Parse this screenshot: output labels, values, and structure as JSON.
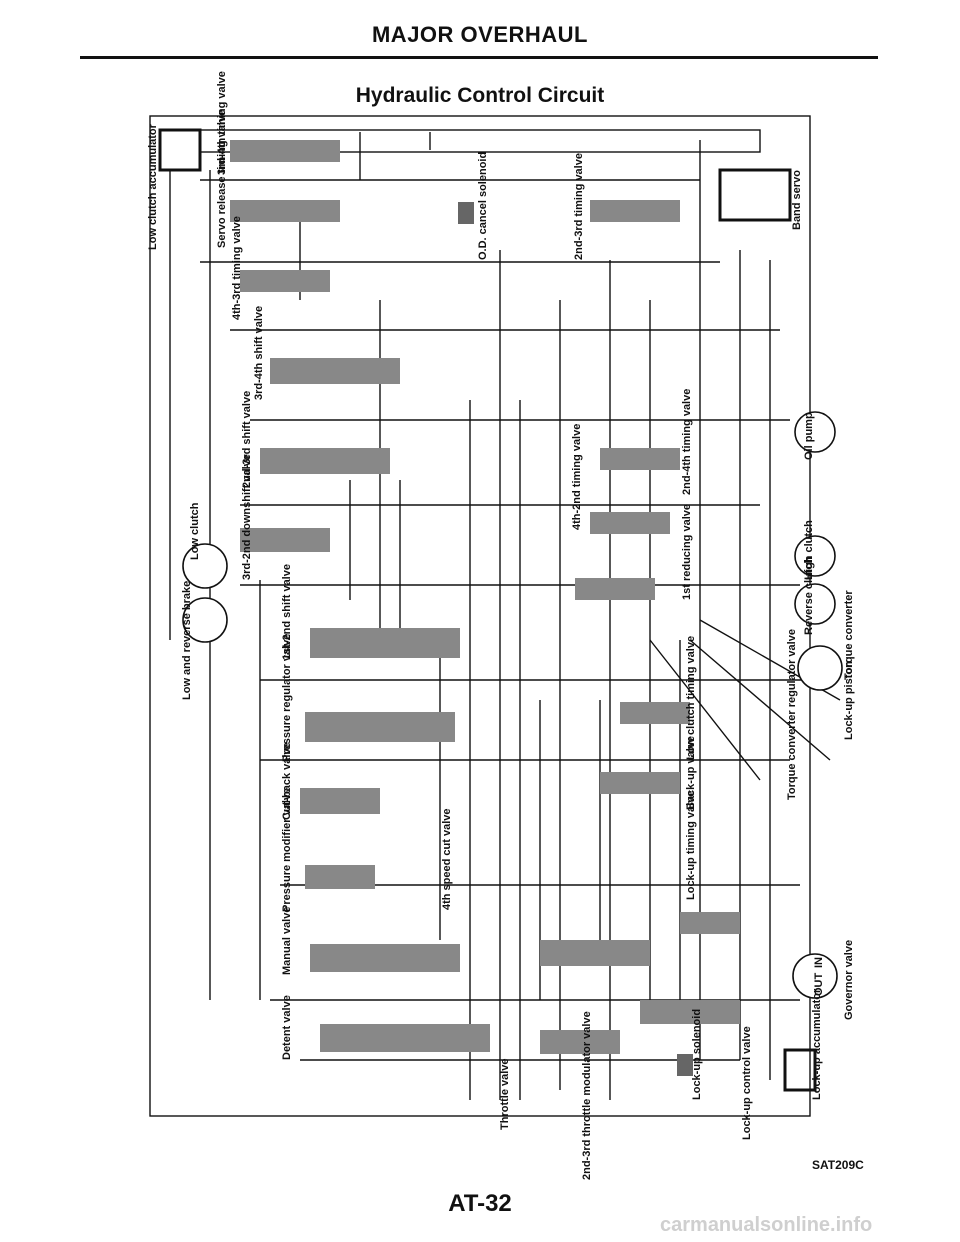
{
  "header": {
    "section_title": "MAJOR OVERHAUL",
    "diagram_title": "Hydraulic Control Circuit"
  },
  "footer": {
    "page_number": "AT-32",
    "figure_code": "SAT209C",
    "watermark": "carmanualsonline.info"
  },
  "labels": {
    "low_clutch_accumulator": "Low clutch accumulator",
    "t34_timing": "3rd-4th timing valve",
    "servo_release": "Servo release timing valve",
    "t43_timing": "4th-3rd timing valve",
    "s34_shift": "3rd-4th shift valve",
    "s23_shift": "2nd-3rd shift valve",
    "d32_downshift": "3rd-2nd downshift valve",
    "s12_shift": "1st-2nd shift valve",
    "pressure_regulator": "Pressure regulator valve",
    "cutback": "Cut-back valve",
    "pressure_modifier": "Pressure modifier valve",
    "manual": "Manual valve",
    "detent": "Detent valve",
    "low_clutch": "Low clutch",
    "low_reverse_brake": "Low and reverse brake",
    "od_cancel": "O.D. cancel solenoid",
    "t23_timing": "2nd-3rd timing valve",
    "band_servo": "Band servo",
    "oil_pump": "Oil pump",
    "t42_timing": "4th-2nd timing valve",
    "t24_timing": "2nd-4th timing valve",
    "first_reducing": "1st reducing valve",
    "high_clutch": "High clutch",
    "reverse_clutch": "Reverse clutch",
    "torque_converter": "Torque converter",
    "lockup_piston": "Lock-up piston",
    "tc_regulator": "Torque converter regulator valve",
    "low_clutch_timing": "Low clutch timing valve",
    "backup": "Back-up valve",
    "lockup_timing": "Lock-up timing valve",
    "speed4_cut": "4th speed cut valve",
    "governor": "Governor valve",
    "lockup_accumulator": "Lock-up accumulator",
    "lockup_control": "Lock-up control valve",
    "lockup_solenoid": "Lock-up solenoid",
    "throttle": "Throttle valve",
    "throttle_modulator": "2nd-3rd throttle modulator valve",
    "gov_out": "OUT",
    "gov_in": "IN"
  }
}
